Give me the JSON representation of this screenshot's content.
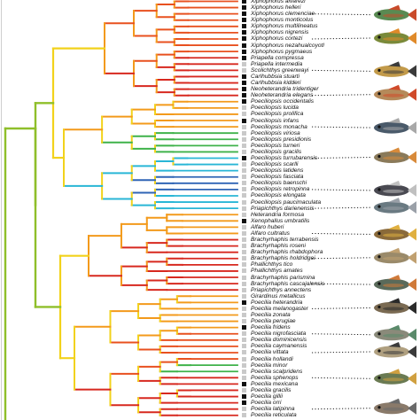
{
  "species": [
    "Xiphophorus alvarezi",
    "Xiphophorus helleri",
    "Xiphophorus clemenciae",
    "Xiphophorus monticolus",
    "Xiphophorus multilineatus",
    "Xiphophorus nigrensis",
    "Xiphophorus cortezi",
    "Xiphophorus nezahualcoyotl",
    "Xiphophorus pygmaeus",
    "Priapella compressa",
    "Priapella intermedia",
    "Scolichthys greenwayi",
    "Carlhubbsia stuarti",
    "Carlhubbsia kidderi",
    "Neoheterandria tridentiger",
    "Neoheterandria elegans",
    "Poeciliopsis occidentalis",
    "Poeciliopsis lucida",
    "Poeciliopsis prolifica",
    "Poeciliopsis infans",
    "Poeciliopsis monacha",
    "Poeciliopsis viriosa",
    "Poeciliopsis presidionis",
    "Poeciliopsis turneri",
    "Poeciliopsis gracilis",
    "Poeciliopsis turrubarensis",
    "Poeciliopsis scarlli",
    "Poeciliopsis latidens",
    "Poeciliopsis fasciata",
    "Poeciliopsis baenschi",
    "Poeciliopsis retropinna",
    "Poeciliopsis elongata",
    "Poeciliopsis paucimaculata",
    "Priapichthys darienensis",
    "Heterandria formosa",
    "Xenophallus umbratilis",
    "Alfaro huberi",
    "Alfaro cultratus",
    "Brachyrhaphis terrabensis",
    "Brachyrhaphis roseni",
    "Brachyrhaphis rhabdophora",
    "Brachyrhaphis holdridgei",
    "Phallichthys tico",
    "Phallichthys amates",
    "Brachyrhaphis parismina",
    "Brachyrhaphis cascajalensis",
    "Priapichthys annectens",
    "Girardinus metallicus",
    "Poecilia heterandria",
    "Poecilia melanogaster",
    "Poecilia zonata",
    "Poecilia perugiae",
    "Poecilia fridens",
    "Poecilia nigrofasciata",
    "Poecilia dominicensis",
    "Poecilia caymanensis",
    "Poecilia vittata",
    "Poecilia hollandi",
    "Poecilia minor",
    "Poecilia scalpridens",
    "Poecilia sphenops",
    "Poecilia mexicana",
    "Poecilia gracilis",
    "Poecilia gillii",
    "Poecilia orri",
    "Poecilia latipinna",
    "Poecilia reticulata"
  ],
  "square_shades": "ddddddddddlldddddlldllllldllllllllldlllllllllllldllldlllllllldlddll",
  "colors": {
    "root_green": "#8fbf2a",
    "yellow": "#f2d21b",
    "orange": "#f39a1b",
    "red_orange": "#e8501f",
    "red": "#d7281f",
    "blue": "#2f64b5",
    "cyan": "#29b6d6",
    "green": "#3fb24a",
    "square_light": "#c9c9c9",
    "square_dark": "#111111"
  },
  "icons": [
    "fish-photo-icon",
    "dotted-leader-line"
  ]
}
